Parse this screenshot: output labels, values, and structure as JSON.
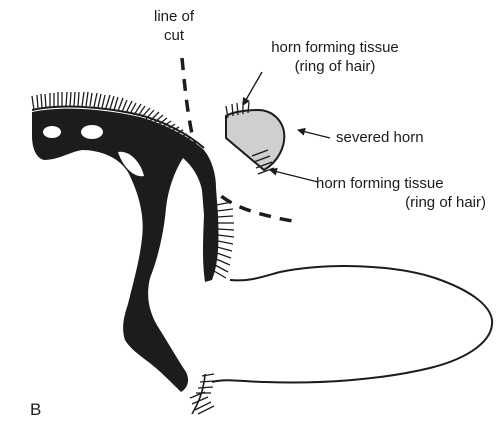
{
  "labels": {
    "line_of_cut": [
      "line of",
      "cut"
    ],
    "horn_tissue_top": [
      "horn forming tissue",
      "(ring of hair)"
    ],
    "severed_horn": "severed horn",
    "horn_tissue_bottom": [
      "horn forming tissue",
      "(ring of hair)"
    ],
    "panel": "B"
  },
  "colors": {
    "ink": "#1c1c1c",
    "horn_fill": "#cfcfcf",
    "background": "#ffffff"
  }
}
